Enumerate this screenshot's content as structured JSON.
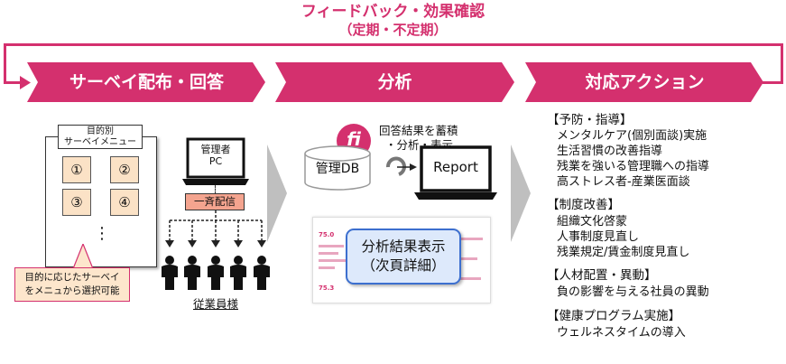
{
  "feedback": {
    "title": "フィードバック・効果確認",
    "subtitle": "（定期・不定期）"
  },
  "steps": [
    {
      "label": "サーベイ配布・回答"
    },
    {
      "label": "分析"
    },
    {
      "label": "対応アクション"
    }
  ],
  "survey": {
    "menu_title_line1": "目的別",
    "menu_title_line2": "サーベイメニュー",
    "items": [
      "①",
      "②",
      "③",
      "④"
    ],
    "ellipsis": "⋮",
    "callout_line1": "目的に応じたサーベイ",
    "callout_line2": "をメニュから選択可能",
    "pc_label_line1": "管理者",
    "pc_label_line2": "PC",
    "broadcast_label": "一斉配信",
    "employees_label": "従業員様"
  },
  "analysis": {
    "logo_text": "fi",
    "note_line1": "回答結果を蓄積",
    "note_line2": "・分析・表示",
    "db_label": "管理DB",
    "report_label": "Report",
    "result_line1": "分析結果表示",
    "result_line2": "（次頁詳細）",
    "thumb_values": [
      "75.0",
      "75.3"
    ]
  },
  "actions": [
    {
      "heading": "【予防・指導】",
      "items": [
        "メンタルケア(個別面談)実施",
        "生活習慣の改善指導",
        "残業を強いる管理職への指導",
        "高ストレス者-産業医面談"
      ]
    },
    {
      "heading": "【制度改善】",
      "items": [
        "組織文化啓蒙",
        "人事制度見直し",
        "残業規定/賃金制度見直し"
      ]
    },
    {
      "heading": "【人材配置・異動】",
      "items": [
        "負の影響を与える社員の異動"
      ]
    },
    {
      "heading": "【健康プログラム実施】",
      "items": [
        "ウェルネスタイムの導入"
      ]
    }
  ],
  "colors": {
    "accent": "#d4306e",
    "step_dark": "#c42a64",
    "chevron_gray": "#bfbfbf",
    "menu_item_fill": "#fbe2c6",
    "broadcast_fill": "#f4a48f",
    "callout_fill": "#fde6cc",
    "result_fill": "#dde9fb",
    "result_border": "#3c6fcf"
  }
}
